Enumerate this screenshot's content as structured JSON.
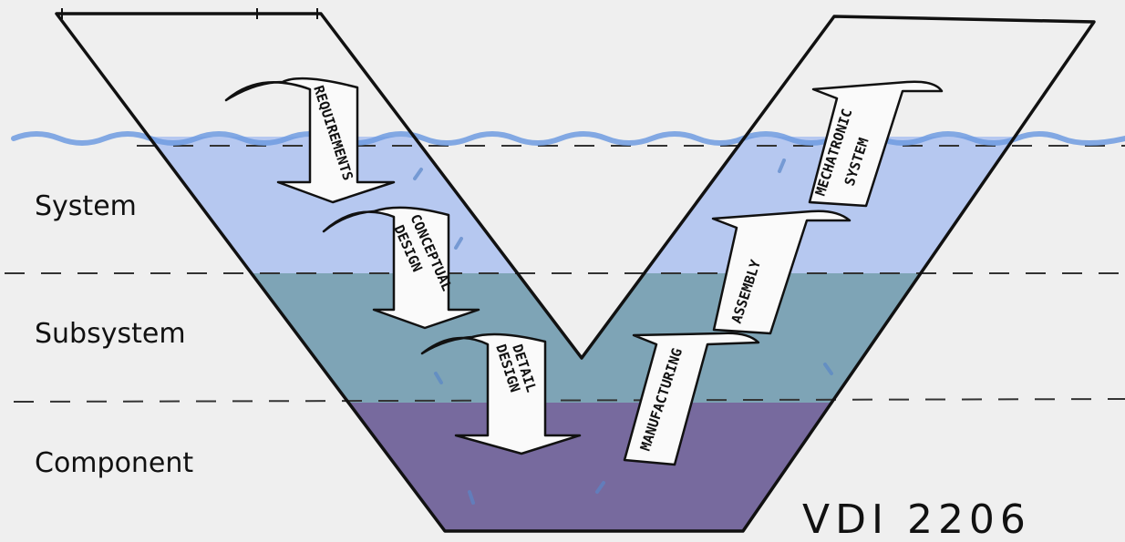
{
  "levels": [
    {
      "label": "System"
    },
    {
      "label": "Subsystem"
    },
    {
      "label": "Component"
    }
  ],
  "left_arrows": [
    {
      "lines": [
        "REQUIREMENTS"
      ]
    },
    {
      "lines": [
        "CONCEPTUAL",
        "DESIGN"
      ]
    },
    {
      "lines": [
        "DETAIL",
        "DESIGN"
      ]
    }
  ],
  "right_arrows": [
    {
      "lines": [
        "MANUFACTURING"
      ]
    },
    {
      "lines": [
        "ASSEMBLY"
      ]
    },
    {
      "lines": [
        "MECHATRONIC",
        "SYSTEM"
      ]
    }
  ],
  "standard": "VDI 2206",
  "colors": {
    "background": "#efefef",
    "system_band": "#b6c8f0",
    "subsystem_band": "#7ea4b6",
    "component_band": "#776a9e",
    "water_line": "#6f9be0",
    "outline": "#111111"
  }
}
